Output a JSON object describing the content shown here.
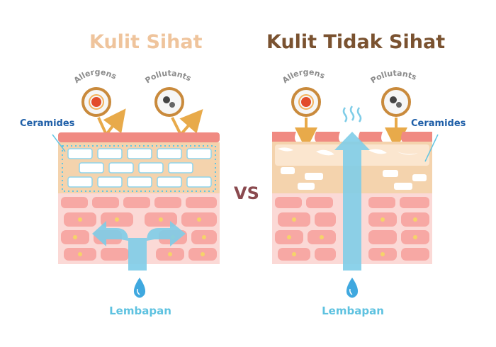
{
  "left_panel": {
    "title": "Kulit Sihat",
    "allergens_label": "Allergens",
    "pollutants_label": "Pollutants",
    "ceramides_label": "Ceramides",
    "moisture_label": "Lembapan"
  },
  "right_panel": {
    "title": "Kulit Tidak Sihat",
    "allergens_label": "Allergens",
    "pollutants_label": "Pollutants",
    "ceramides_label": "Ceramides",
    "moisture_label": "Lembapan"
  },
  "vs_label": "VS",
  "colors": {
    "healthy_title": "#efc49c",
    "unhealthy_title": "#7a5230",
    "vs": "#8a4a4f",
    "ceramides": "#1f5fa8",
    "moisture_arrow": "#7fcde8",
    "moisture_label": "#5ec2e0",
    "skin_top": "#f08a82",
    "skin_barrier": "#f4d3ad",
    "skin_cells": "#f7b3b0",
    "cell_dot": "#f5d36a",
    "icon_label": "#8c8c8c",
    "outer_arrow": "#e8aa4a"
  },
  "icons": [
    "allergen-icon",
    "pollutant-icon",
    "water-drop-icon",
    "vapor-icon"
  ]
}
